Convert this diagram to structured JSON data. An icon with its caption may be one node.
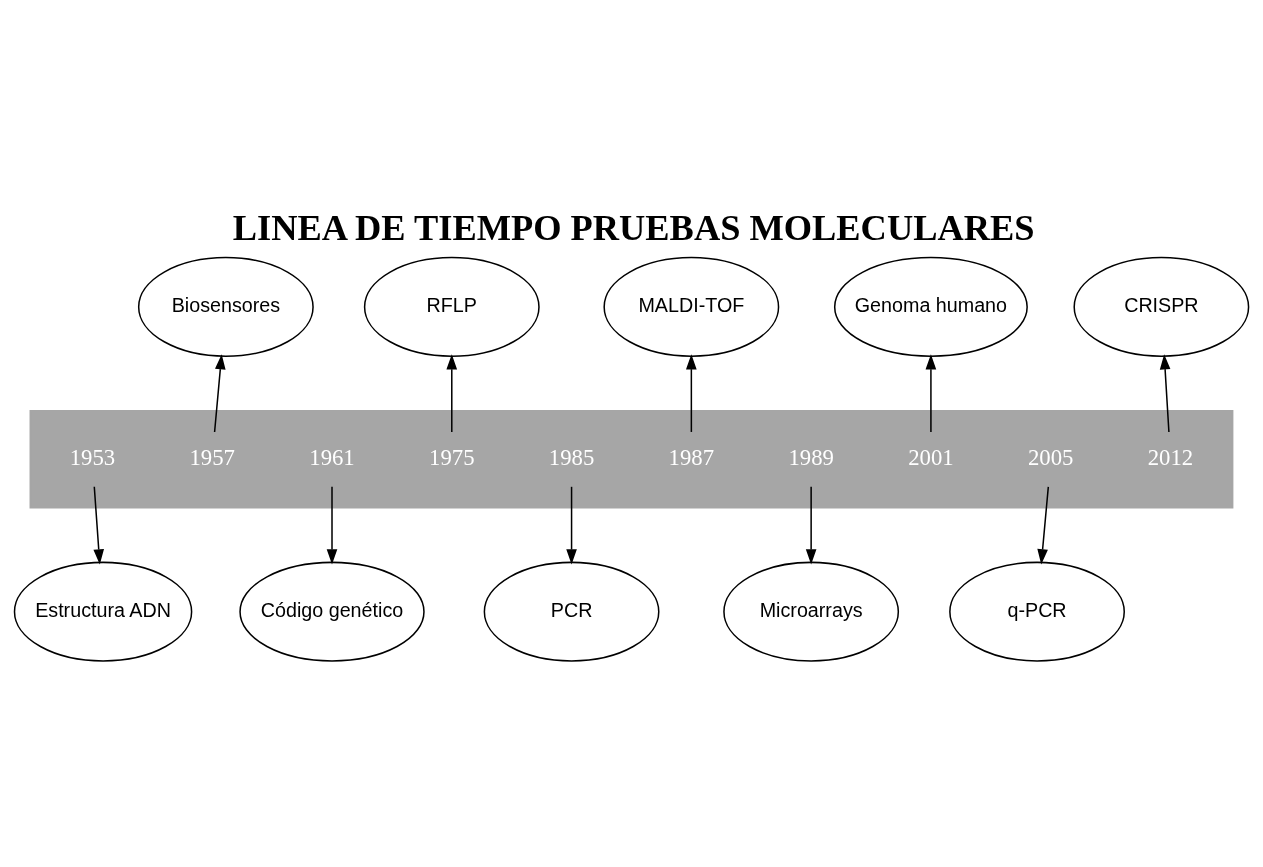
{
  "diagram": {
    "title": "LINEA DE TIEMPO PRUEBAS MOLECULARES",
    "nodes": [
      {
        "text": [],
        "shape": "arrow"
      },
      {
        "text": [
          "1953"
        ],
        "in": 0
      },
      {
        "text": [
          "1957"
        ],
        "in": 0
      },
      {
        "text": [
          "1961"
        ],
        "in": 0
      },
      {
        "text": [
          "1975"
        ],
        "in": 0
      },
      {
        "text": [
          "1985"
        ],
        "in": 0
      },
      {
        "text": [
          "1987"
        ],
        "in": 0
      },
      {
        "text": [
          "1989"
        ],
        "in": 0
      },
      {
        "text": [
          "2001"
        ],
        "in": 0
      },
      {
        "text": [
          "2005"
        ],
        "in": 0
      },
      {
        "text": [
          "2012"
        ],
        "in": 0
      },
      {
        "text": [
          "Biosensores"
        ]
      },
      {
        "text": [
          "RFLP"
        ]
      },
      {
        "text": [
          "MALDI-TOF"
        ]
      },
      {
        "text": [
          "Genoma humano"
        ]
      },
      {
        "text": [
          "CRISPR"
        ]
      },
      {
        "text": [
          "Estructura ADN"
        ]
      },
      {
        "text": [
          "Código genético"
        ]
      },
      {
        "text": [
          "PCR"
        ]
      },
      {
        "text": [
          "Microarrays"
        ]
      },
      {
        "text": [
          "q-PCR"
        ]
      }
    ],
    "edges": [
      {
        "from": 2,
        "to": 11,
        "arrow": "to"
      },
      {
        "from": 4,
        "to": 12,
        "arrow": "to"
      },
      {
        "from": 6,
        "to": 13,
        "arrow": "to"
      },
      {
        "from": 8,
        "to": 14,
        "arrow": "to"
      },
      {
        "from": 10,
        "to": 15,
        "arrow": "to"
      },
      {
        "from": 1,
        "to": 16,
        "arrow": "to"
      },
      {
        "from": 3,
        "to": 17,
        "arrow": "to"
      },
      {
        "from": 5,
        "to": 18,
        "arrow": "to"
      },
      {
        "from": 7,
        "to": 19,
        "arrow": "to"
      },
      {
        "from": 9,
        "to": 20,
        "arrow": "to"
      }
    ]
  }
}
